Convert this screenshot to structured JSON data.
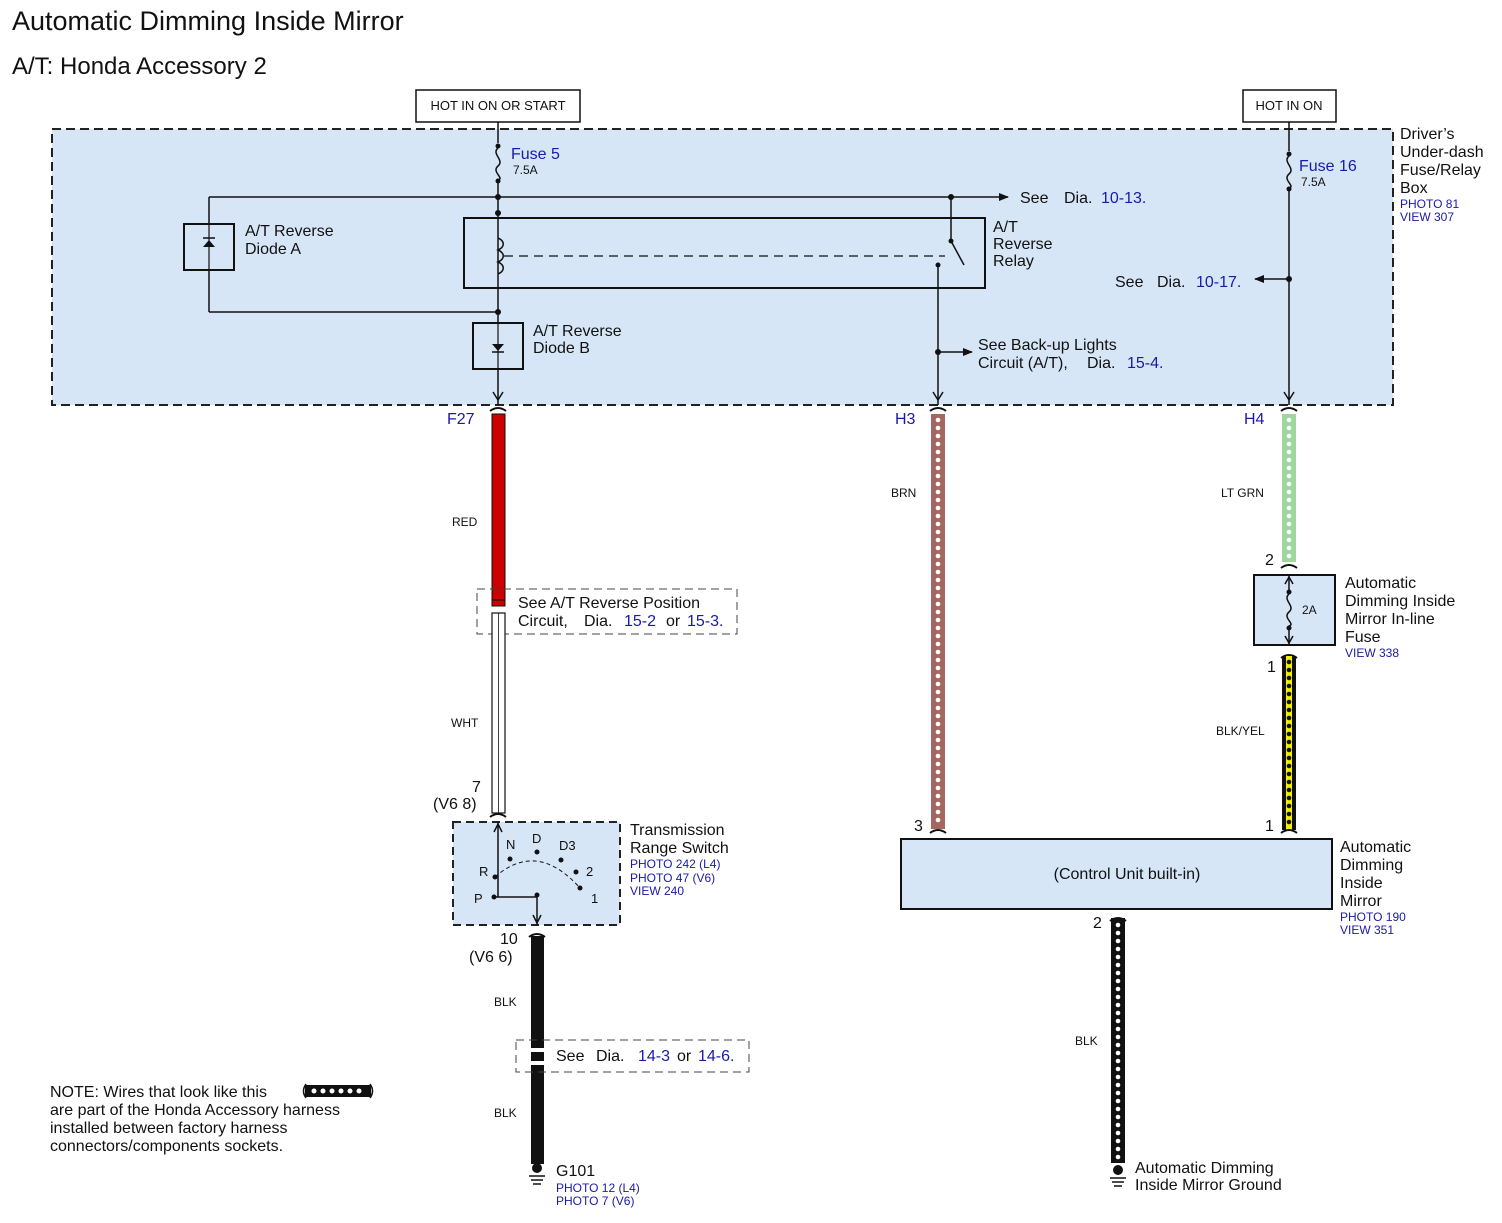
{
  "title": "Automatic Dimming Inside Mirror",
  "subtitle": "A/T: Honda Accessory 2",
  "power": {
    "left": "HOT IN ON OR START",
    "right": "HOT IN ON"
  },
  "fuse_box": {
    "name_lines": [
      "Driver’s",
      "Under-dash",
      "Fuse/Relay",
      "Box"
    ],
    "photo": "PHOTO 81",
    "view": "VIEW 307",
    "fuse5": {
      "label": "Fuse 5",
      "rating": "7.5A"
    },
    "fuse16": {
      "label": "Fuse 16",
      "rating": "7.5A"
    },
    "diode_a": [
      "A/T Reverse",
      "Diode A"
    ],
    "diode_b": [
      "A/T Reverse",
      "Diode B"
    ],
    "relay": [
      "A/T",
      "Reverse",
      "Relay"
    ],
    "see": "See",
    "dia": "Dia.",
    "ref_10_13": "10-13.",
    "ref_10_17": "10-17.",
    "backup_line1": "See Back-up Lights",
    "backup_line2a": "Circuit (A/T),",
    "ref_15_4": "15-4."
  },
  "connectors": {
    "f27": "F27",
    "h3": "H3",
    "h4": "H4"
  },
  "wires": {
    "red": "RED",
    "wht": "WHT",
    "brn": "BRN",
    "lt_grn": "LT GRN",
    "blk_yel": "BLK/YEL",
    "blk1": "BLK",
    "blk2": "BLK",
    "blk3": "BLK"
  },
  "reverse_pos": {
    "line1": "See A/T Reverse Position",
    "line2a": "Circuit,",
    "dia": "Dia.",
    "ref1": "15-2",
    "or": "or",
    "ref2": "15-3."
  },
  "trs": {
    "name_lines": [
      "Transmission",
      "Range Switch"
    ],
    "photo1": "PHOTO 242 (L4)",
    "photo2": "PHOTO 47 (V6)",
    "view": "VIEW 240",
    "pin_top": "7",
    "pin_top_v6": "(V6 8)",
    "pin_bottom": "10",
    "pin_bottom_v6": "(V6 6)",
    "positions": [
      "N",
      "D",
      "D3",
      "R",
      "2",
      "P",
      "1"
    ]
  },
  "see_14": {
    "see": "See",
    "dia": "Dia.",
    "ref1": "14-3",
    "or": "or",
    "ref2": "14-6."
  },
  "g101": {
    "name": "G101",
    "photo1": "PHOTO 12 (L4)",
    "photo2": "PHOTO 7 (V6)"
  },
  "inline_fuse": {
    "name_lines": [
      "Automatic",
      "Dimming Inside",
      "Mirror In-line",
      "Fuse"
    ],
    "view": "VIEW 338",
    "rating": "2A",
    "pin_top": "2",
    "pin_bottom": "1"
  },
  "mirror": {
    "inner": "(Control Unit built-in)",
    "name_lines": [
      "Automatic",
      "Dimming",
      "Inside",
      "Mirror"
    ],
    "photo": "PHOTO 190",
    "view": "VIEW 351",
    "pin_brn": "3",
    "pin_blkyel": "1",
    "pin_gnd": "2"
  },
  "mirror_ground": [
    "Automatic Dimming",
    "Inside Mirror Ground"
  ],
  "note": [
    "NOTE: Wires that look like this",
    "are part of the Honda Accessory harness",
    "installed between factory harness",
    "connectors/components sockets."
  ],
  "colors": {
    "box_fill": "#d6e6f6",
    "red_wire": "#cc0000",
    "brn_wire": "#a5675f",
    "lt_grn_wire": "#9fd69f",
    "yel_wire": "#f0f000",
    "link_blue": "#1a1aa6"
  }
}
